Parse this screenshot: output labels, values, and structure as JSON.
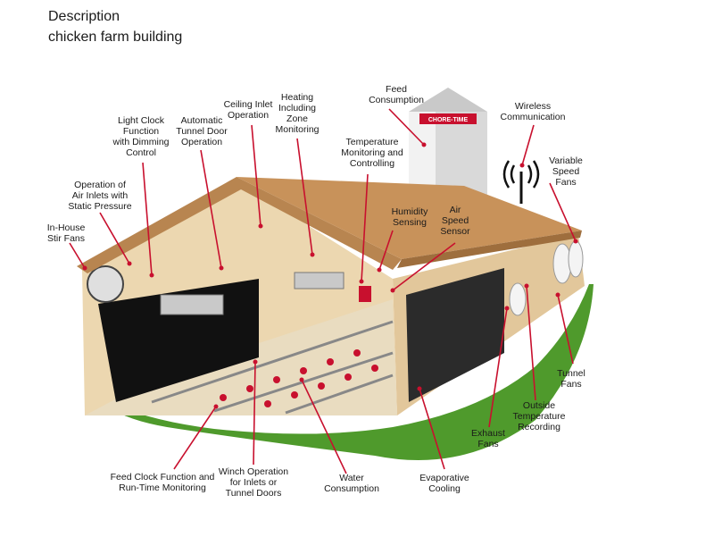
{
  "header": {
    "title": "Description",
    "subtitle": "chicken farm building"
  },
  "silo_brand": "CHORE-TIME",
  "labels": {
    "light_clock": [
      "Light Clock",
      "Function",
      "with Dimming",
      "Control"
    ],
    "tunnel_door": [
      "Automatic",
      "Tunnel Door",
      "Operation"
    ],
    "ceiling_inlet": [
      "Ceiling Inlet",
      "Operation"
    ],
    "heating": [
      "Heating",
      "Including",
      "Zone",
      "Monitoring"
    ],
    "feed_consumption": [
      "Feed",
      "Consumption"
    ],
    "wireless": [
      "Wireless",
      "Communication"
    ],
    "air_inlets": [
      "Operation of",
      "Air Inlets with",
      "Static Pressure"
    ],
    "temperature": [
      "Temperature",
      "Monitoring and",
      "Controlling"
    ],
    "variable_fans": [
      "Variable",
      "Speed",
      "Fans"
    ],
    "stir_fans": [
      "In-House",
      "Stir Fans"
    ],
    "humidity": [
      "Humidity",
      "Sensing"
    ],
    "air_speed": [
      "Air",
      "Speed",
      "Sensor"
    ],
    "tunnel_fans": [
      "Tunnel",
      "Fans"
    ],
    "outside_temp": [
      "Outside",
      "Temperature",
      "Recording"
    ],
    "exhaust_fans": [
      "Exhaust",
      "Fans"
    ],
    "feed_clock": [
      "Feed Clock Function and",
      "Run-Time Monitoring"
    ],
    "winch": [
      "Winch Operation",
      "for Inlets or",
      "Tunnel Doors"
    ],
    "water": [
      "Water",
      "Consumption"
    ],
    "evaporative": [
      "Evaporative",
      "Cooling"
    ]
  },
  "colors": {
    "roof": "#c8925a",
    "wall": "#e6cfa6",
    "grass": "#4f9a2c",
    "pointer": "#c8102e",
    "pad": "#222222"
  }
}
